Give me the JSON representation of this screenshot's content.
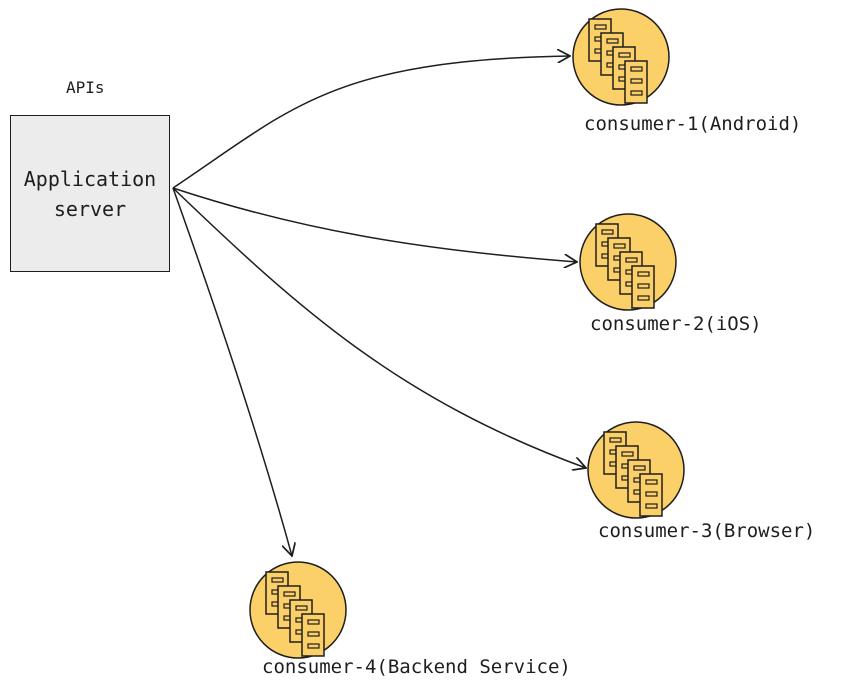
{
  "server": {
    "caption": "APIs",
    "label_line1": "Application",
    "label_line2": "server",
    "fill": "#ececec"
  },
  "consumers": [
    {
      "label": "consumer-1(Android)"
    },
    {
      "label": "consumer-2(iOS)"
    },
    {
      "label": "consumer-3(Browser)"
    },
    {
      "label": "consumer-4(Backend Service)"
    }
  ],
  "colors": {
    "consumer_fill": "#fcd068",
    "stroke": "#1e1e1e"
  }
}
